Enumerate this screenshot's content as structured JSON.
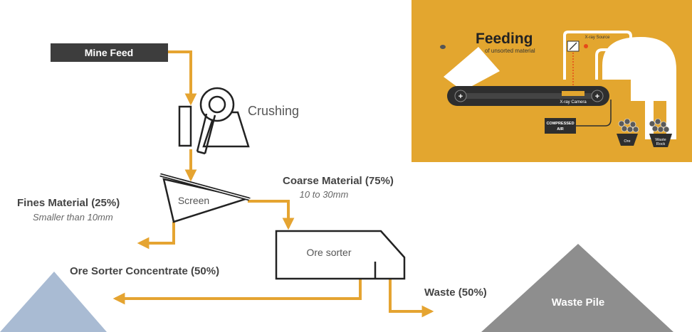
{
  "colors": {
    "flow_arrow": "#E5A431",
    "mine_feed_box": "#3D3D3D",
    "label_text": "#444444",
    "inset_background": "#E3A62F",
    "concentrate_pile": "#A9BBD3",
    "waste_pile": "#8E8E8E",
    "outline": "#222222"
  },
  "nodes": {
    "mine_feed": {
      "label": "Mine Feed"
    },
    "crushing": {
      "label": "Crushing",
      "icon": "crusher-icon"
    },
    "screen": {
      "label": "Screen"
    },
    "ore_sorter": {
      "label": "Ore sorter"
    },
    "waste_pile": {
      "label": "Waste Pile"
    }
  },
  "streams": {
    "fines": {
      "title": "Fines Material (25%)",
      "subtitle": "Smaller than 10mm"
    },
    "coarse": {
      "title": "Coarse Material (75%)",
      "subtitle": "10 to 30mm"
    },
    "concentrate": {
      "title": "Ore Sorter Concentrate (50%)"
    },
    "waste": {
      "title": "Waste (50%)"
    }
  },
  "inset": {
    "title": "Feeding",
    "subtitle": "of unsorted material",
    "xray_source": "X-ray Source",
    "xray_camera": "X-ray Camera",
    "compressed_air_line1": "COMPRESSED",
    "compressed_air_line2": "AIR",
    "output_ore": "Ore",
    "output_waste_line1": "Waste",
    "output_waste_line2": "Rock"
  }
}
